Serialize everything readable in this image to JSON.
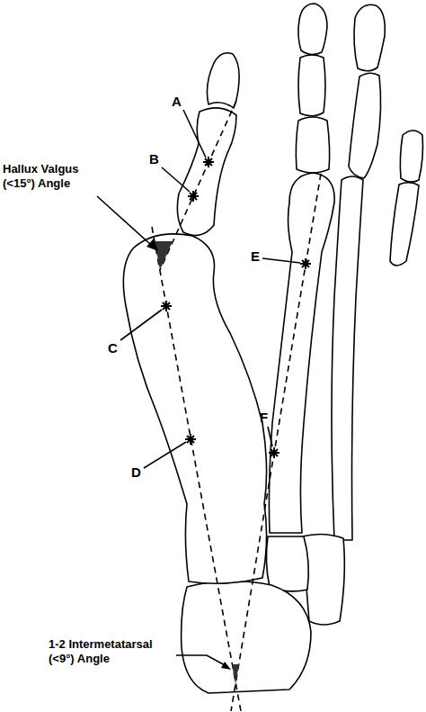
{
  "diagram": {
    "labels": [
      "A",
      "B",
      "C",
      "D",
      "E",
      "F",
      "Hallux Valgus (<15°) Angle",
      "1-2 Intermetatarsal (<9°) Angle"
    ]
  }
}
